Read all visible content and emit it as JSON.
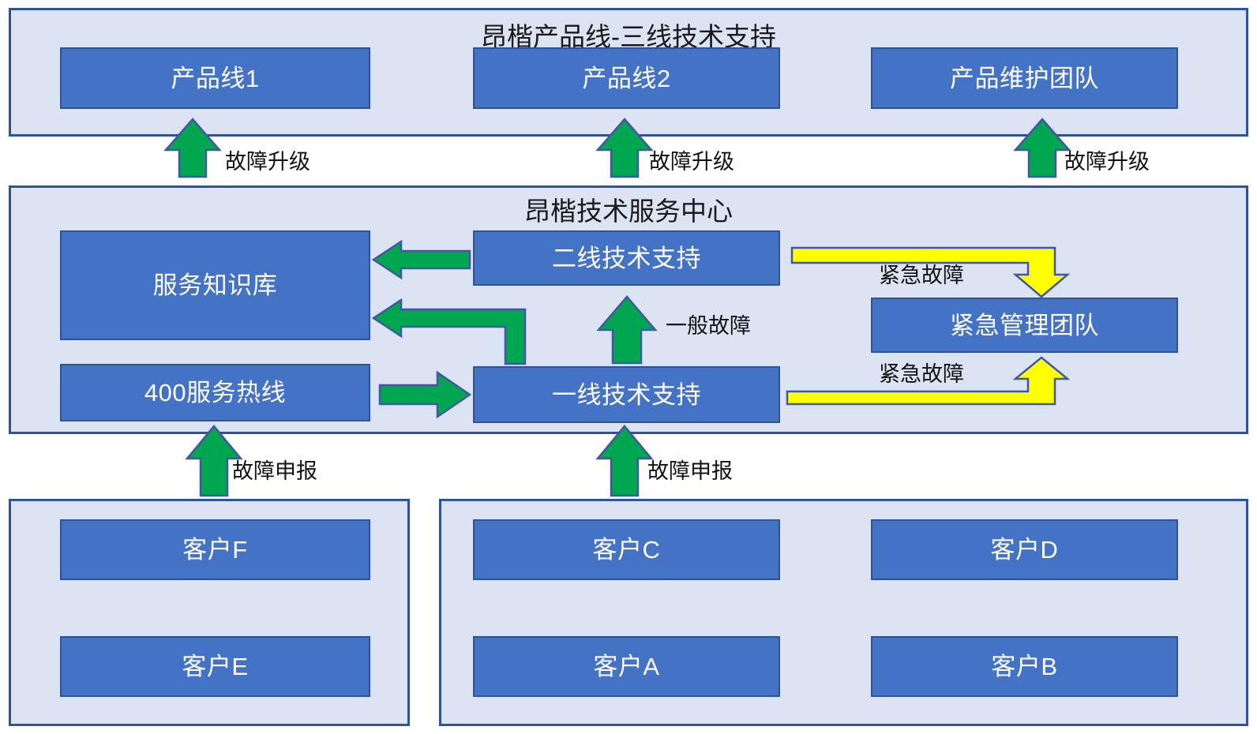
{
  "diagram": {
    "title": "昂楷产品线-三线技术支持",
    "colors": {
      "node_fill": "#4472C4",
      "node_border": "#2E5396",
      "group_fill": "#DCE3F3",
      "group_border": "#2E5396",
      "arrow_green": "#00A650",
      "arrow_yellow": "#FFFF00",
      "arrow_border": "#4156A6",
      "text_light": "#FFFFFF",
      "text_dark": "#121212"
    }
  },
  "groups": {
    "product_line": {
      "title": "昂楷产品线-三线技术支持",
      "nodes": [
        {
          "label": "产品线1"
        },
        {
          "label": "产品线2"
        },
        {
          "label": "产品维护团队"
        }
      ]
    },
    "service_center": {
      "title": "昂楷技术服务中心",
      "nodes": [
        {
          "label": "服务知识库"
        },
        {
          "label": "二线技术支持"
        },
        {
          "label": "紧急管理团队"
        },
        {
          "label": "400服务热线"
        },
        {
          "label": "一线技术支持"
        }
      ]
    },
    "customers_left": {
      "nodes": [
        {
          "label": "客户F"
        },
        {
          "label": "客户E"
        }
      ]
    },
    "customers_right": {
      "nodes": [
        {
          "label": "客户C"
        },
        {
          "label": "客户D"
        },
        {
          "label": "客户A"
        },
        {
          "label": "客户B"
        }
      ]
    }
  },
  "edges": [
    {
      "id": "escalate-1",
      "label": "故障升级",
      "color": "green"
    },
    {
      "id": "escalate-2",
      "label": "故障升级",
      "color": "green"
    },
    {
      "id": "escalate-3",
      "label": "故障升级",
      "color": "green"
    },
    {
      "id": "urgent-to-team",
      "label": "紧急故障",
      "color": "yellow"
    },
    {
      "id": "urgent-from-l1",
      "label": "紧急故障",
      "color": "yellow"
    },
    {
      "id": "general-fault",
      "label": "一般故障",
      "color": "green"
    },
    {
      "id": "report-left",
      "label": "故障申报",
      "color": "green"
    },
    {
      "id": "report-right",
      "label": "故障申报",
      "color": "green"
    }
  ]
}
